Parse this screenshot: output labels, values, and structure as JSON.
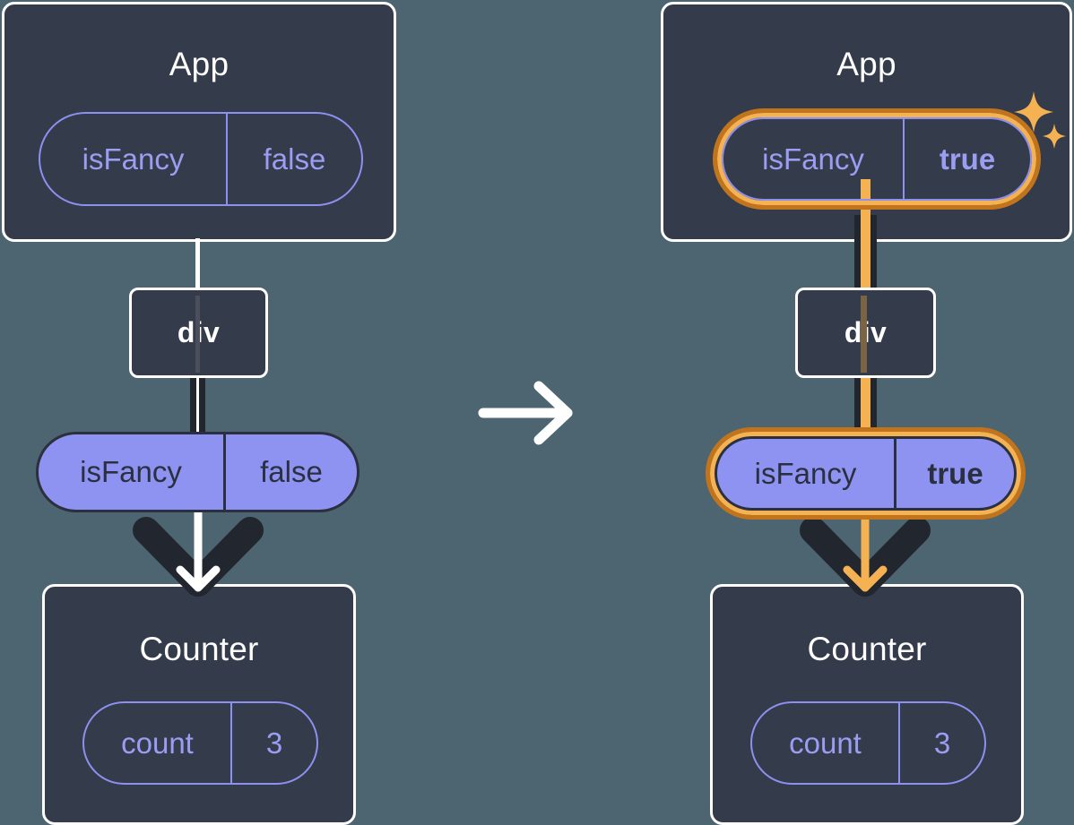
{
  "background_color": "#4c6570",
  "card_color": "#343b4a",
  "accent_orange_outer": "#c2741c",
  "accent_orange_inner": "#f5b252",
  "purple_fill": "#8e92f0",
  "purple_outline": "#8c90f0",
  "dark_stroke": "#22262f",
  "diagrams": [
    {
      "id": "before",
      "app": {
        "title": "App",
        "state_pill": {
          "key": "isFancy",
          "value": "false",
          "highlighted": false,
          "bold_value": false
        }
      },
      "div": {
        "label": "div"
      },
      "prop_pill": {
        "key": "isFancy",
        "value": "false",
        "highlighted": false,
        "bold_value": false
      },
      "counter": {
        "title": "Counter",
        "state_pill": {
          "key": "count",
          "value": "3",
          "highlighted": false,
          "bold_value": false
        }
      },
      "arrow_inner_color": "#ffffff",
      "connector_color": "#22262f",
      "sparkles": false
    },
    {
      "id": "after",
      "app": {
        "title": "App",
        "state_pill": {
          "key": "isFancy",
          "value": "true",
          "highlighted": true,
          "bold_value": true
        }
      },
      "div": {
        "label": "div"
      },
      "prop_pill": {
        "key": "isFancy",
        "value": "true",
        "highlighted": true,
        "bold_value": true
      },
      "counter": {
        "title": "Counter",
        "state_pill": {
          "key": "count",
          "value": "3",
          "highlighted": false,
          "bold_value": false
        }
      },
      "arrow_inner_color": "#f5b252",
      "connector_color": "#f5b252",
      "sparkles": true
    }
  ],
  "transition": {
    "icon": "arrow-right-icon",
    "color": "#ffffff"
  },
  "icons": {
    "sparkle_large": "sparkle-icon",
    "sparkle_small": "sparkle-small-icon",
    "transition": "arrow-right-icon",
    "flow_arrow": "arrow-down-icon"
  }
}
